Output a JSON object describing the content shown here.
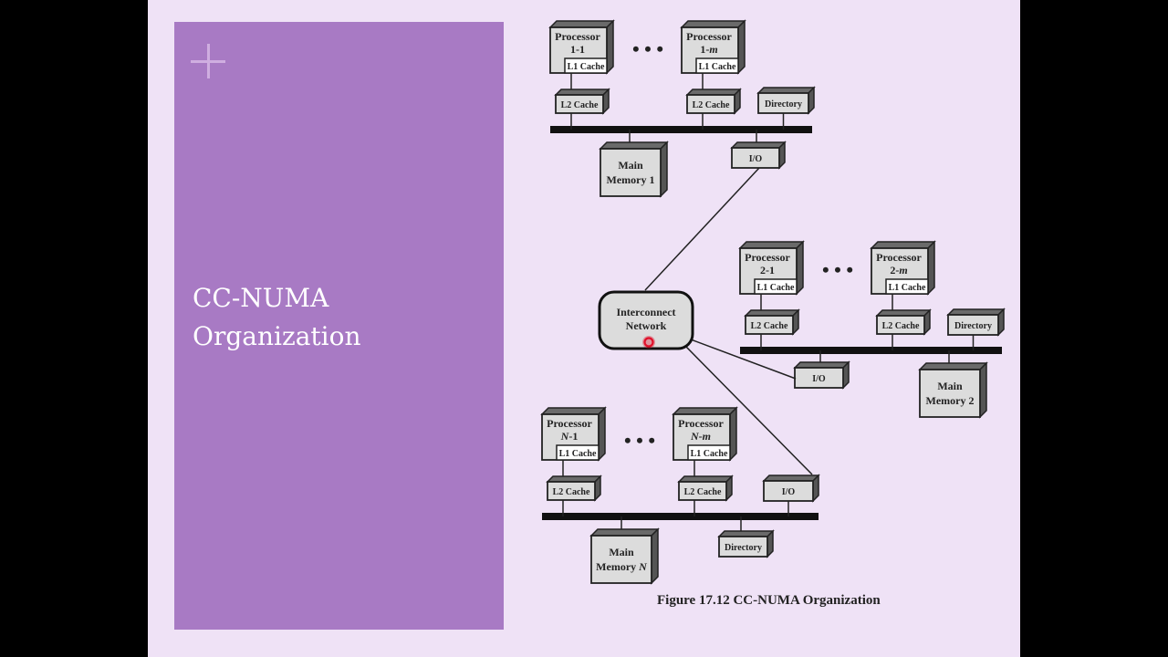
{
  "slide": {
    "title_line1": "CC-NUMA",
    "title_line2": "Organization",
    "panel_color": "#a87ac4",
    "background_color": "#efe2f6",
    "decoration_icon": "plus-icon"
  },
  "diagram": {
    "interconnect": {
      "line1": "Interconnect",
      "line2": "Network"
    },
    "nodes": [
      {
        "id": "node-1",
        "processors": [
          {
            "line1": "Processor",
            "line2": "1-1",
            "l1": "L1 Cache",
            "l2": "L2 Cache"
          },
          {
            "line1": "Processor",
            "line2": "1-m",
            "l1": "L1 Cache",
            "l2": "L2 Cache"
          }
        ],
        "directory": "Directory",
        "io": "I/O",
        "memory_line1": "Main",
        "memory_line2": "Memory 1"
      },
      {
        "id": "node-2",
        "processors": [
          {
            "line1": "Processor",
            "line2": "2-1",
            "l1": "L1 Cache",
            "l2": "L2 Cache"
          },
          {
            "line1": "Processor",
            "line2": "2-m",
            "l1": "L1 Cache",
            "l2": "L2 Cache"
          }
        ],
        "directory": "Directory",
        "io": "I/O",
        "memory_line1": "Main",
        "memory_line2": "Memory 2"
      },
      {
        "id": "node-N",
        "processors": [
          {
            "line1": "Processor",
            "line2": "N-1",
            "l1": "L1 Cache",
            "l2": "L2 Cache"
          },
          {
            "line1": "Processor",
            "line2": "N-m",
            "l1": "L1 Cache",
            "l2": "L2 Cache"
          }
        ],
        "directory": "Directory",
        "io": "I/O",
        "memory_line1": "Main",
        "memory_line2": "Memory N"
      }
    ],
    "ellipsis": "• • •",
    "caption": "Figure 17.12  CC-NUMA Organization"
  },
  "cursor": {
    "type": "laser-pointer",
    "color": "#e0102a"
  }
}
